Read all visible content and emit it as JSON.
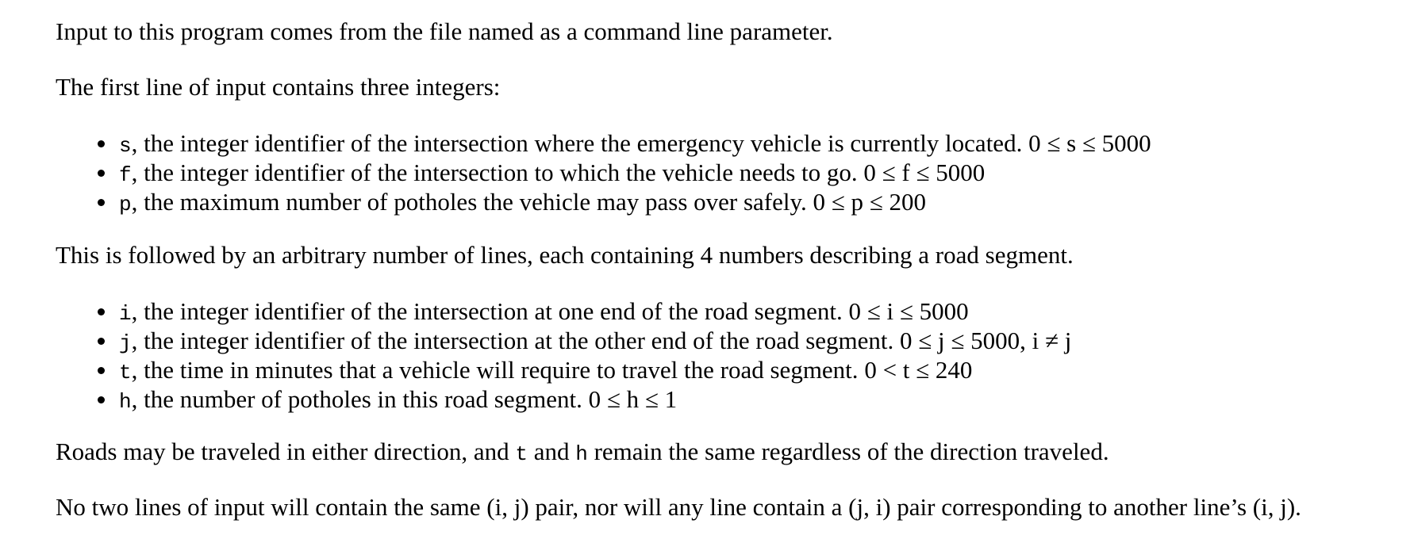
{
  "intro": "Input to this program comes from the file named as a command line parameter.",
  "first_line_header": "The first line of input contains three integers:",
  "first_line_items": [
    {
      "var": "s",
      "text": ", the integer identifier of the intersection where the emergency vehicle is currently located. ",
      "constraint": "0 ≤ s ≤ 5000"
    },
    {
      "var": "f",
      "text": ", the integer identifier of the intersection to which the vehicle needs to go. ",
      "constraint": "0 ≤ f ≤ 5000"
    },
    {
      "var": "p",
      "text": ", the maximum number of potholes the vehicle may pass over safely. ",
      "constraint": "0 ≤ p ≤ 200"
    }
  ],
  "segments_header": "This is followed by an arbitrary number of lines, each containing 4 numbers describing a road segment.",
  "segment_items": [
    {
      "var": "i",
      "text": ", the integer identifier of the intersection at one end of the road segment. ",
      "constraint": "0 ≤ i ≤ 5000"
    },
    {
      "var": "j",
      "text": ", the integer identifier of the intersection at the other end of the road segment. ",
      "constraint": "0 ≤ j ≤ 5000, i ≠ j"
    },
    {
      "var": "t",
      "text": ", the time in minutes that a vehicle will require to travel the road segment. ",
      "constraint": "0 < t ≤ 240"
    },
    {
      "var": "h",
      "text": ", the number of potholes in this road segment. ",
      "constraint": "0 ≤ h ≤ 1"
    }
  ],
  "direction_note": {
    "part1": "Roads may be traveled in either direction, and ",
    "var1": "t",
    "part2": " and ",
    "var2": "h",
    "part3": " remain the same regardless of the direction traveled."
  },
  "pairs_note": "No two lines of input will contain the same (i, j) pair, nor will any line contain a (j, i) pair corresponding to another line’s (i, j)."
}
